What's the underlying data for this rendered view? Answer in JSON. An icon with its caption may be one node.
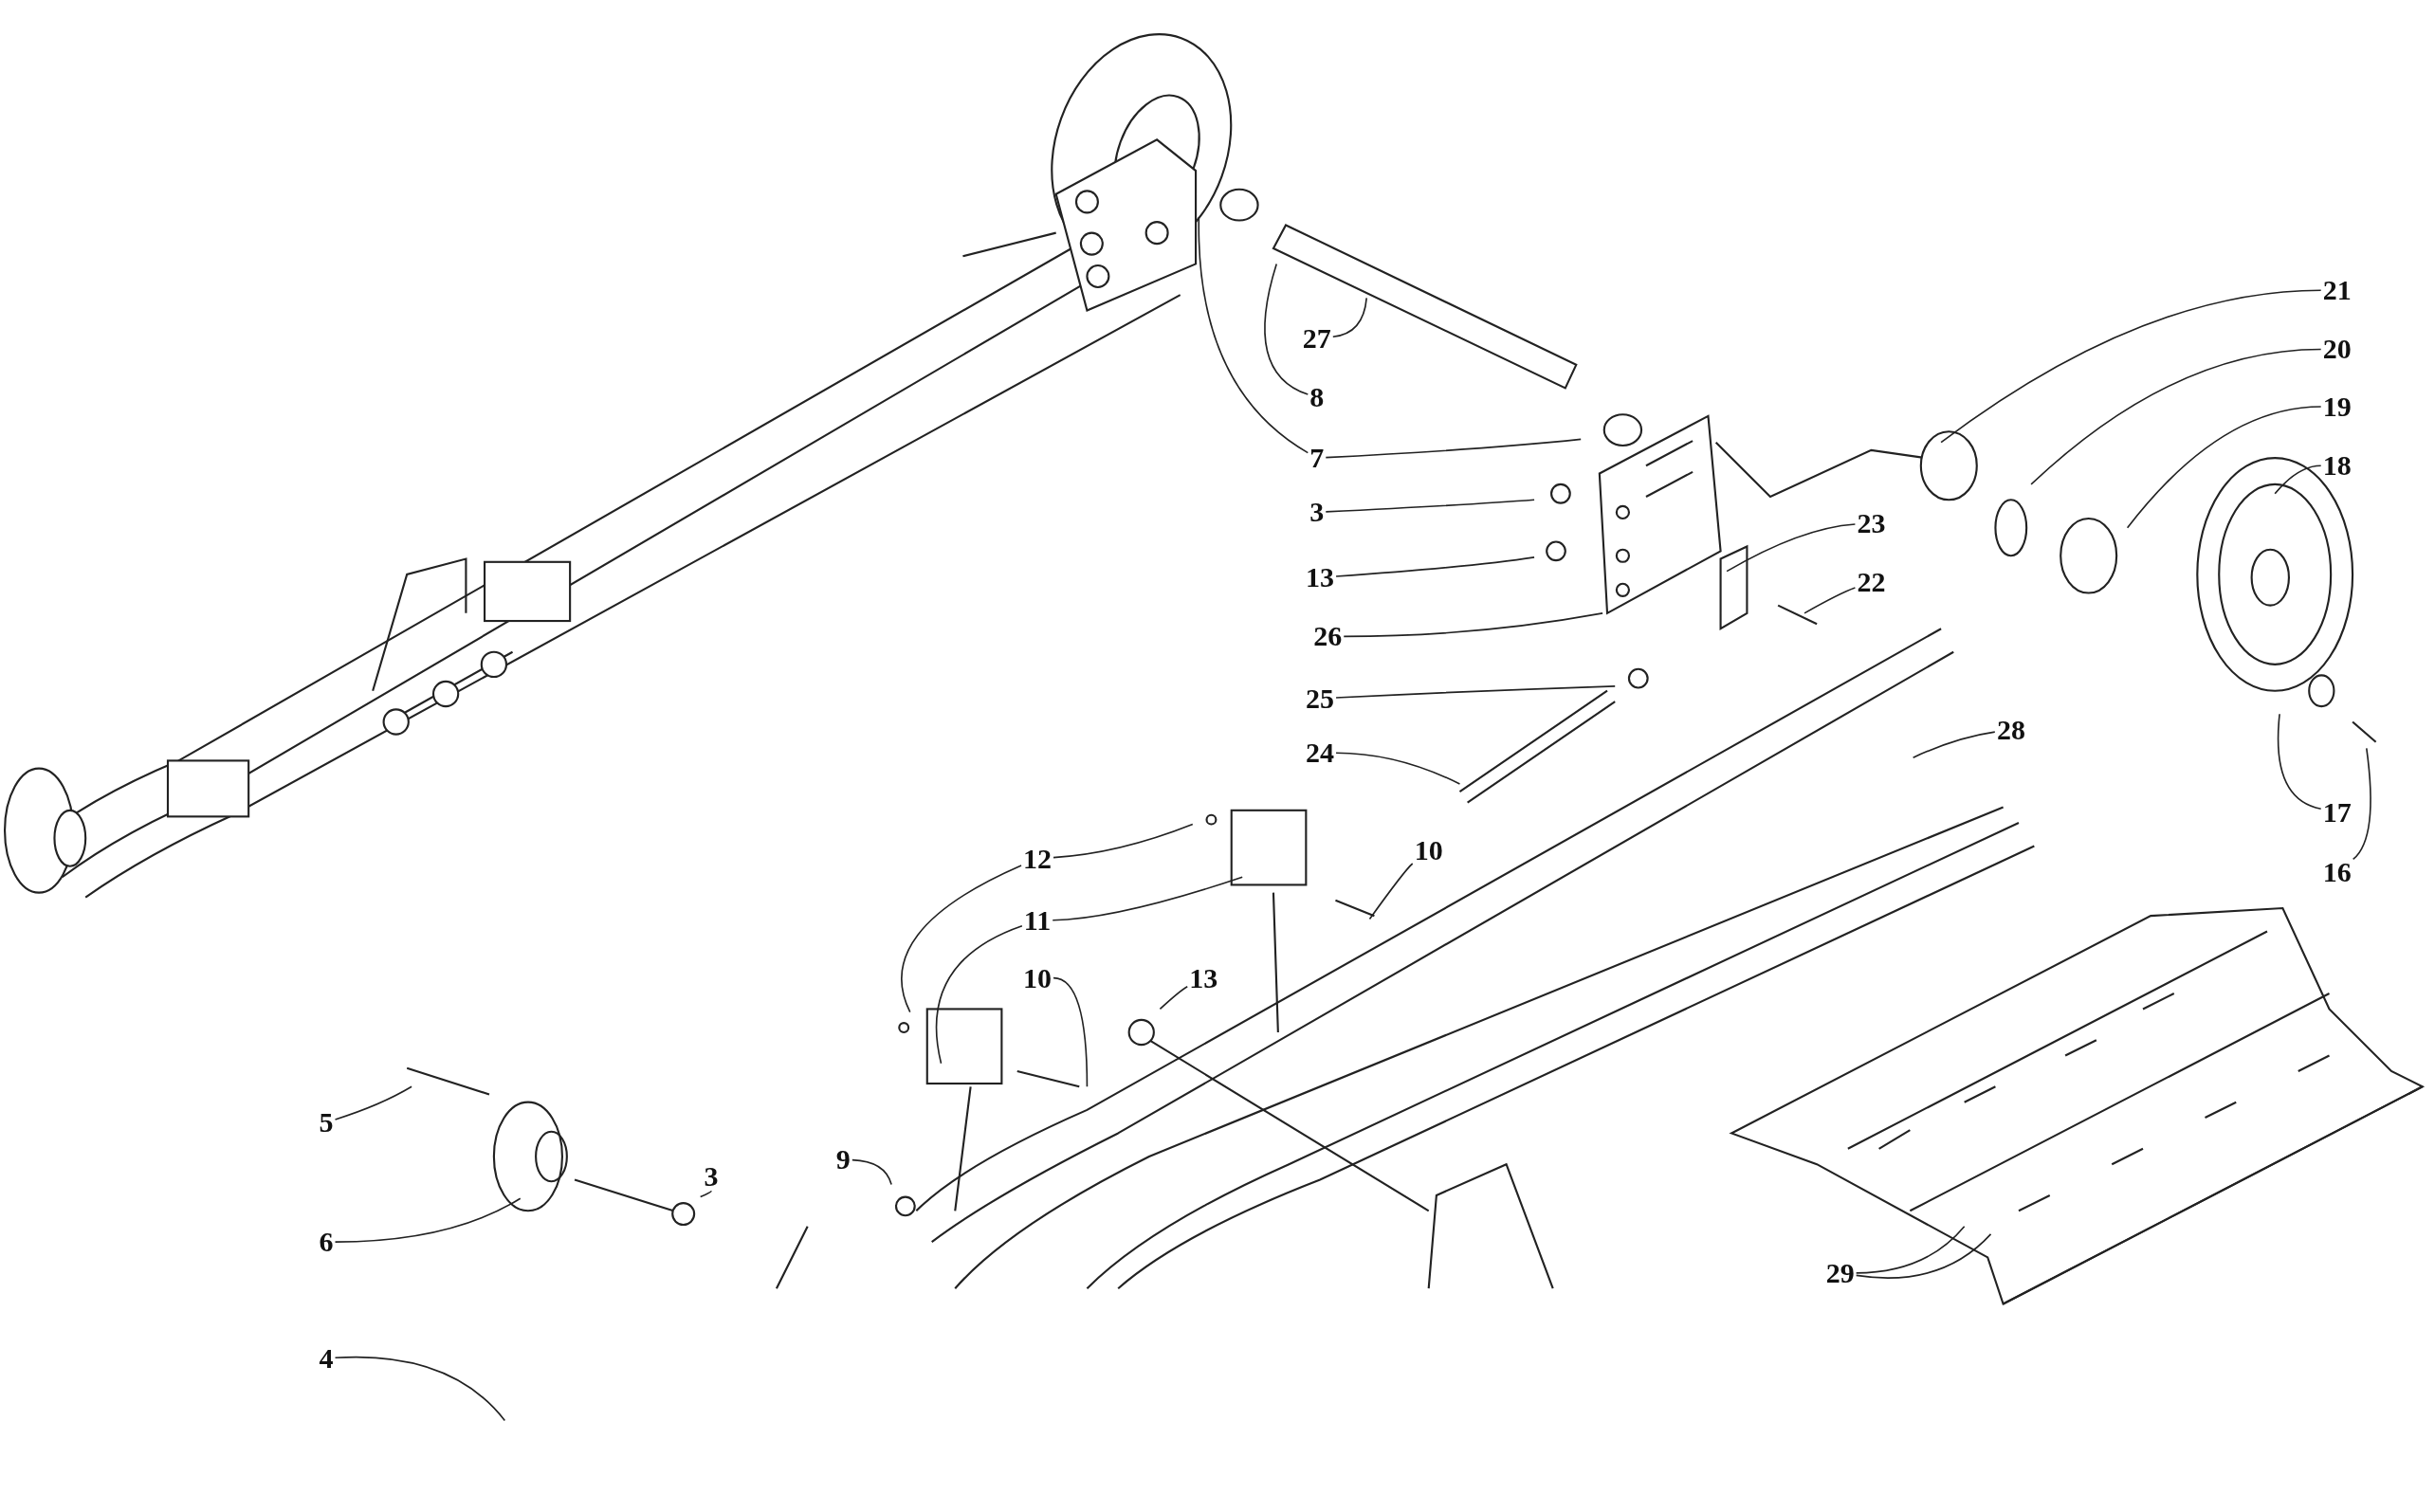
{
  "diagram": {
    "nodes": [
      {
        "text": [
          "27"
        ]
      },
      {
        "text": [
          "8"
        ]
      },
      {
        "text": [
          "7"
        ]
      },
      {
        "text": [
          "3"
        ]
      },
      {
        "text": [
          "13"
        ]
      },
      {
        "text": [
          "26"
        ]
      },
      {
        "text": [
          "25"
        ]
      },
      {
        "text": [
          "24"
        ]
      },
      {
        "text": [
          "23"
        ]
      },
      {
        "text": [
          "22"
        ]
      },
      {
        "text": [
          "28"
        ]
      },
      {
        "text": [
          "21"
        ]
      },
      {
        "text": [
          "20"
        ]
      },
      {
        "text": [
          "19"
        ]
      },
      {
        "text": [
          "18"
        ]
      },
      {
        "text": [
          "17"
        ]
      },
      {
        "text": [
          "16"
        ]
      },
      {
        "text": [
          "12"
        ]
      },
      {
        "text": [
          "11"
        ]
      },
      {
        "text": [
          "10"
        ]
      },
      {
        "text": [
          "10"
        ]
      },
      {
        "text": [
          "13"
        ]
      },
      {
        "text": [
          "5"
        ]
      },
      {
        "text": [
          "6"
        ]
      },
      {
        "text": [
          "3"
        ]
      },
      {
        "text": [
          "9"
        ]
      },
      {
        "text": [
          "4"
        ]
      },
      {
        "text": [
          "29"
        ]
      }
    ],
    "edges": [
      {
        "from": 0,
        "to": null,
        "arrow": "none"
      },
      {
        "from": 1,
        "to": null,
        "arrow": "none"
      },
      {
        "from": 2,
        "to": null,
        "arrow": "none"
      },
      {
        "from": 2,
        "to": null,
        "arrow": "none"
      },
      {
        "from": 3,
        "to": null,
        "arrow": "none"
      },
      {
        "from": 4,
        "to": null,
        "arrow": "none"
      },
      {
        "from": 5,
        "to": null,
        "arrow": "none"
      },
      {
        "from": 6,
        "to": null,
        "arrow": "none"
      },
      {
        "from": 7,
        "to": null,
        "arrow": "none"
      },
      {
        "from": 8,
        "to": null,
        "arrow": "none"
      },
      {
        "from": 9,
        "to": null,
        "arrow": "none"
      },
      {
        "from": 10,
        "to": null,
        "arrow": "none"
      },
      {
        "from": 11,
        "to": null,
        "arrow": "none"
      },
      {
        "from": 12,
        "to": null,
        "arrow": "none"
      },
      {
        "from": 13,
        "to": null,
        "arrow": "none"
      },
      {
        "from": 14,
        "to": null,
        "arrow": "none"
      },
      {
        "from": 15,
        "to": null,
        "arrow": "none"
      },
      {
        "from": 16,
        "to": null,
        "arrow": "none"
      },
      {
        "from": 17,
        "to": null,
        "arrow": "none"
      },
      {
        "from": 17,
        "to": null,
        "arrow": "none"
      },
      {
        "from": 18,
        "to": null,
        "arrow": "none"
      },
      {
        "from": 18,
        "to": null,
        "arrow": "none"
      },
      {
        "from": 19,
        "to": null,
        "arrow": "none"
      },
      {
        "from": 20,
        "to": null,
        "arrow": "none"
      },
      {
        "from": 21,
        "to": null,
        "arrow": "none"
      },
      {
        "from": 22,
        "to": null,
        "arrow": "none"
      },
      {
        "from": 23,
        "to": null,
        "arrow": "none"
      },
      {
        "from": 24,
        "to": null,
        "arrow": "none"
      },
      {
        "from": 25,
        "to": null,
        "arrow": "none"
      },
      {
        "from": 26,
        "to": null,
        "arrow": "none"
      },
      {
        "from": 27,
        "to": null,
        "arrow": "none"
      },
      {
        "from": 27,
        "to": null,
        "arrow": "none"
      }
    ]
  }
}
